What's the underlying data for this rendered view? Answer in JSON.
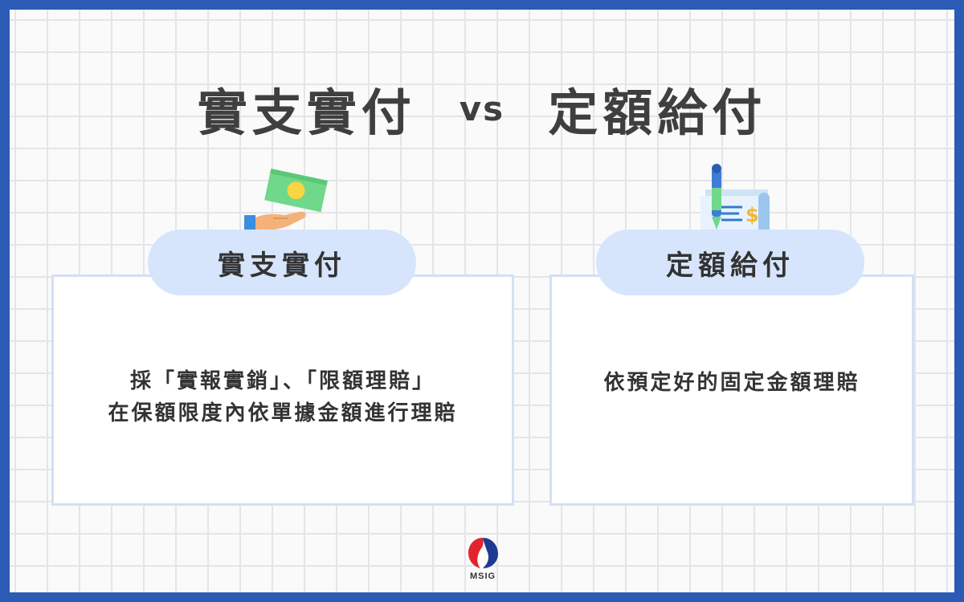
{
  "title": {
    "left": "實支實付",
    "vs": "vs",
    "right": "定額給付"
  },
  "left_card": {
    "label": "實支實付",
    "line1": "採「實報實銷」、「限額理賠」",
    "line2": "在保額限度內依單據金額進行理賠",
    "icon": "cash-in-hand-icon"
  },
  "right_card": {
    "label": "定額給付",
    "line1": "依預定好的固定金額理賠",
    "icon": "check-with-pen-icon"
  },
  "logo": {
    "text": "MSIG"
  },
  "colors": {
    "border": "#2b5bb5",
    "pill": "#d6e5fb",
    "card_border": "#d3e0f5",
    "text": "#333333",
    "logo_red": "#e0262c",
    "logo_blue": "#1f3a93"
  }
}
